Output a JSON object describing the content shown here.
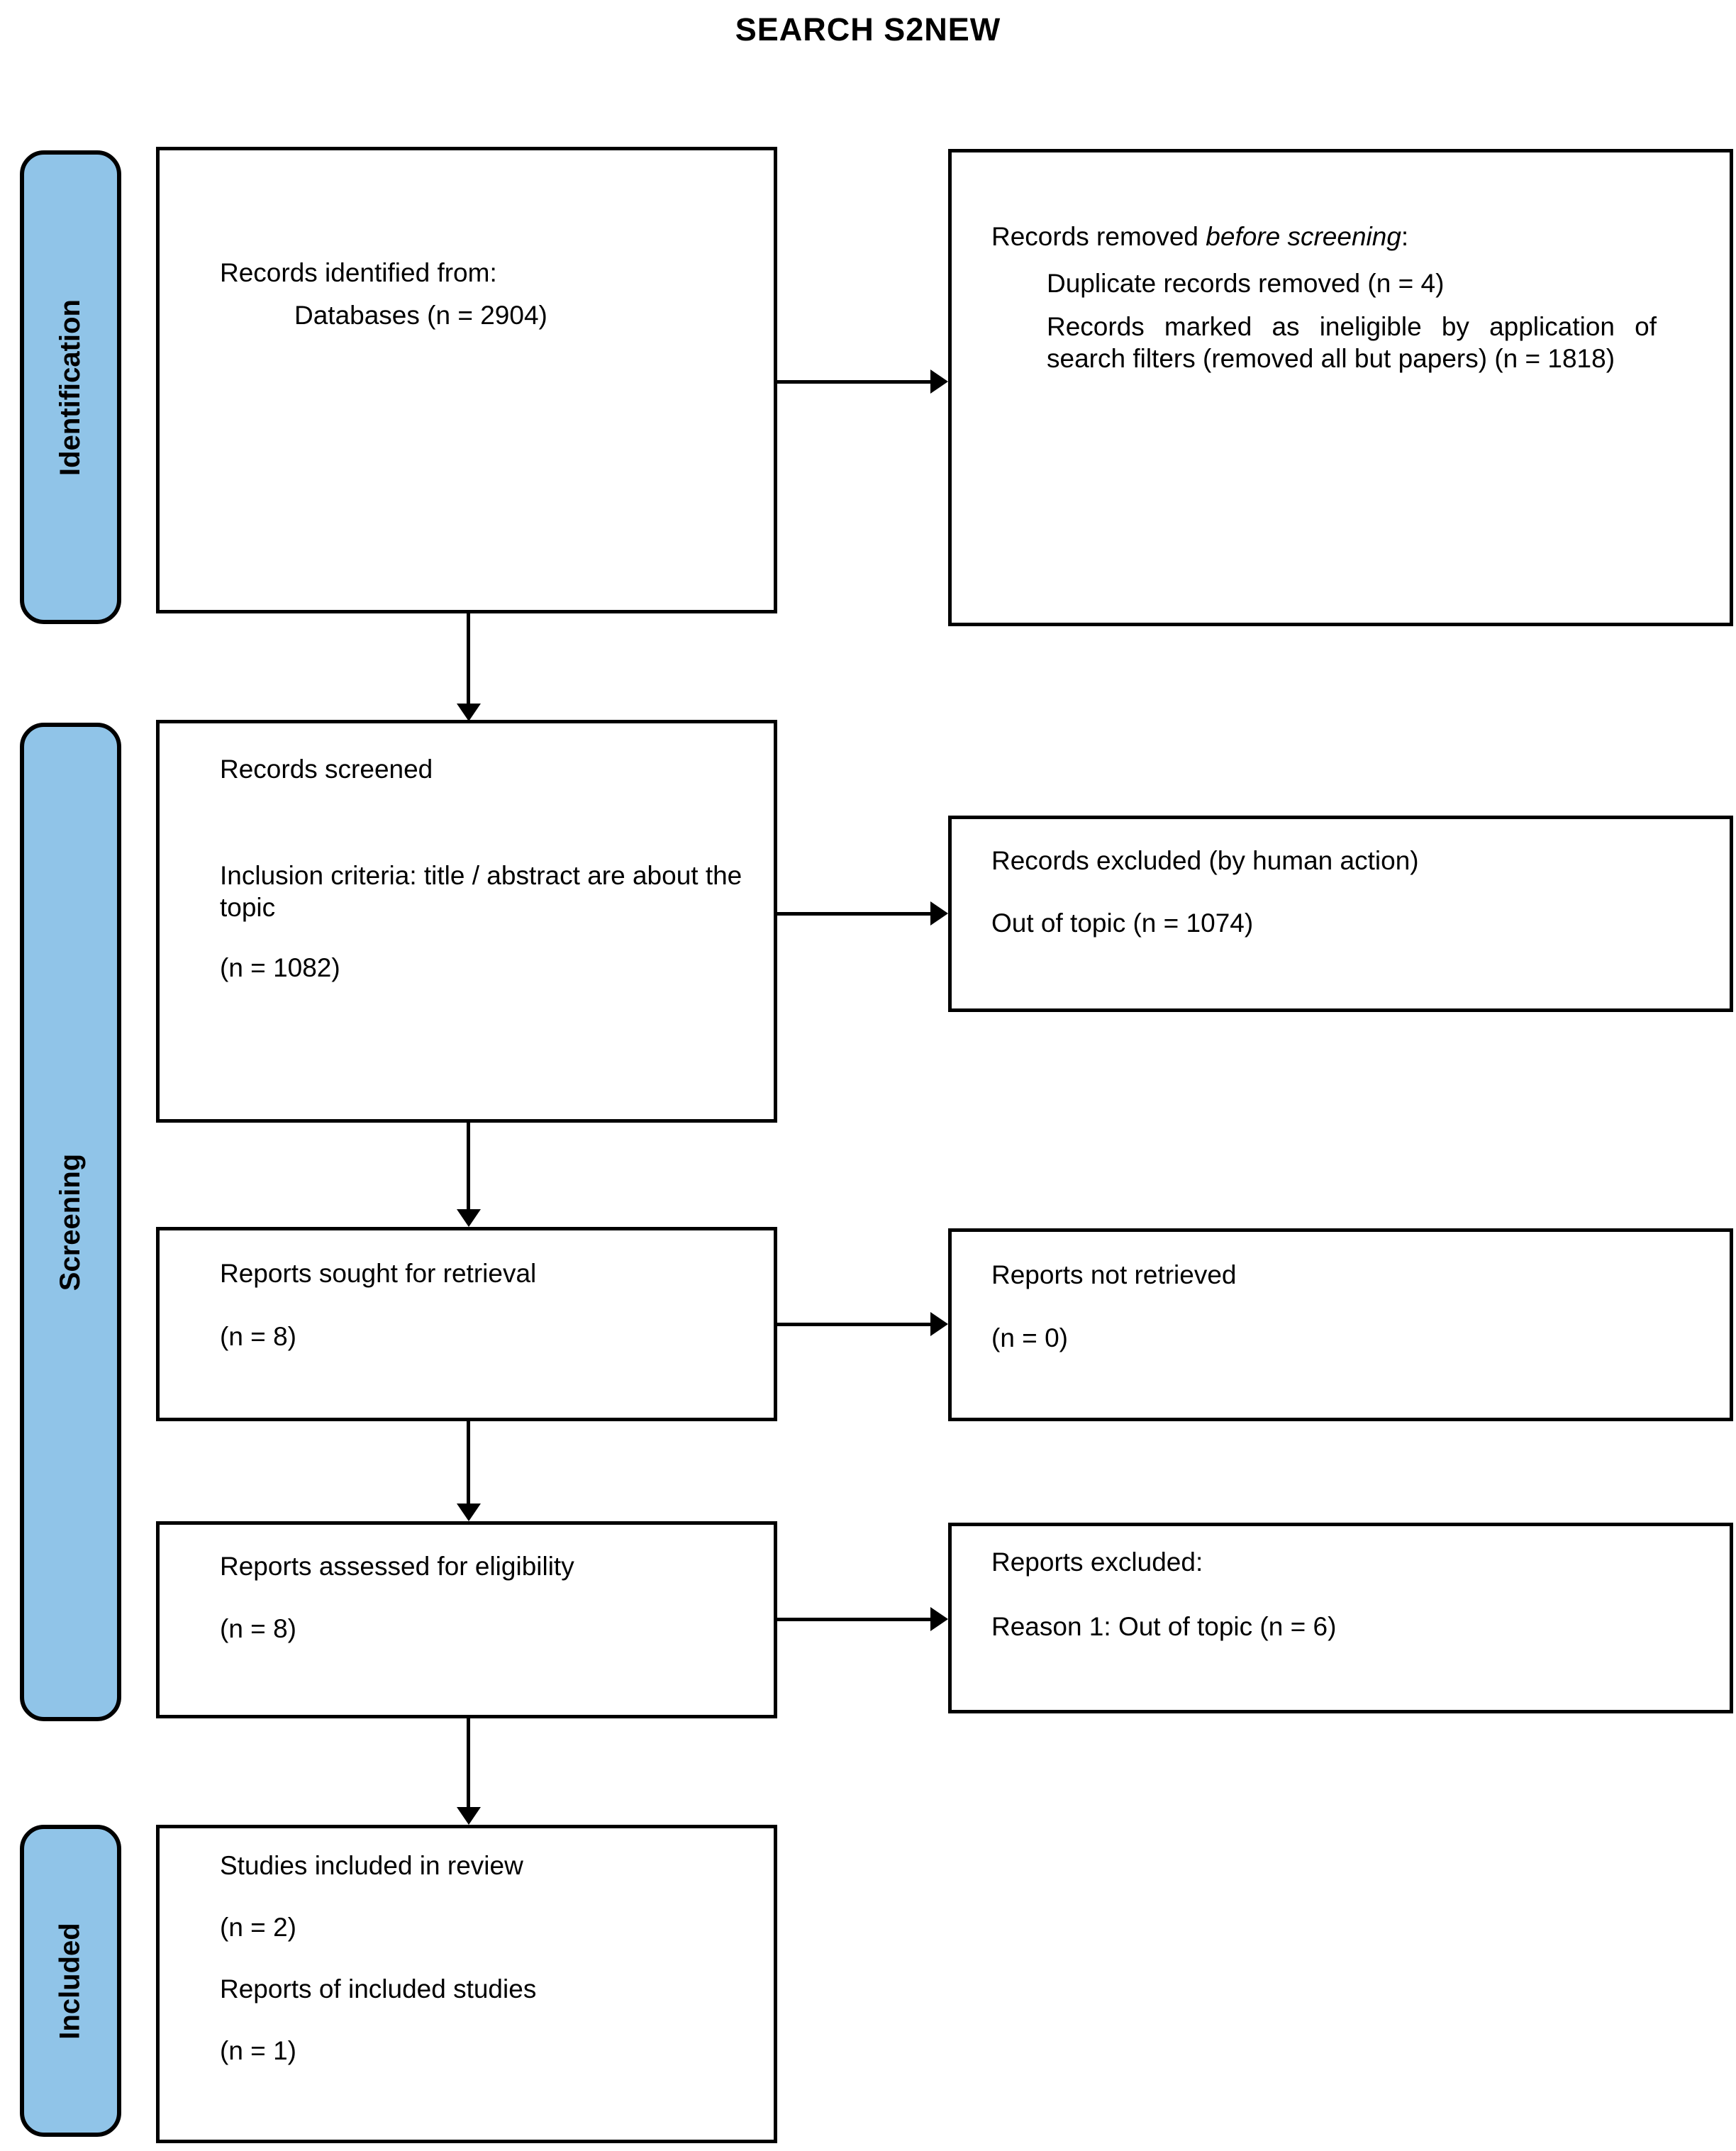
{
  "title": "SEARCH S2NEW",
  "colors": {
    "stage_fill": "#90C4E8",
    "line": "#000000",
    "background": "#FFFFFF"
  },
  "stages": {
    "identification": "Identification",
    "screening": "Screening",
    "included": "Included"
  },
  "boxes": {
    "records_identified": {
      "line1": "Records identified from:",
      "line2": "Databases (n = 2904)"
    },
    "records_removed": {
      "prefix": "Records removed ",
      "italic": "before screening",
      "suffix": ":",
      "item1": "Duplicate records removed (n = 4)",
      "item2": "Records marked as ineligible by application of search filters (removed all but papers) (n = 1818)"
    },
    "records_screened": {
      "line1": "Records screened",
      "line2": "Inclusion criteria: title / abstract are about the topic",
      "line3": "(n = 1082)"
    },
    "records_excluded": {
      "line1": "Records excluded (by human action)",
      "line2": "Out of topic (n = 1074)"
    },
    "reports_sought": {
      "line1": "Reports sought for retrieval",
      "line2": "(n = 8)"
    },
    "reports_not_retrieved": {
      "line1": "Reports not retrieved",
      "line2": "(n = 0)"
    },
    "reports_assessed": {
      "line1": "Reports assessed for eligibility",
      "line2": "(n = 8)"
    },
    "reports_excluded": {
      "line1": "Reports excluded:",
      "line2": "Reason 1: Out of topic (n = 6)"
    },
    "studies_included": {
      "line1": "Studies included in review",
      "line2": "(n = 2)",
      "line3": "Reports of included studies",
      "line4": "(n = 1)"
    }
  }
}
